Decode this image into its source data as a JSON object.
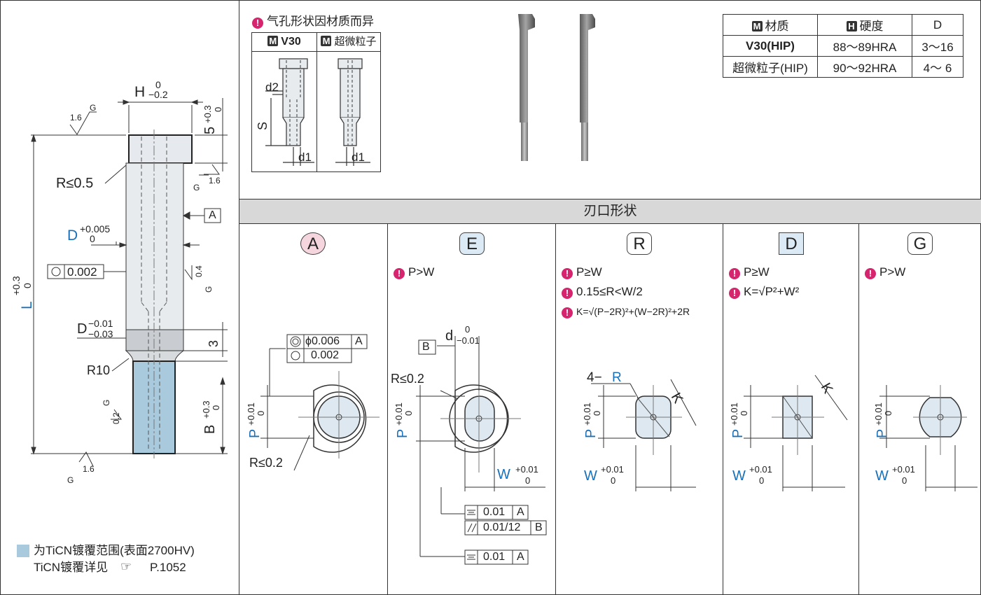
{
  "left_drawing": {
    "dims": {
      "H": "H",
      "H_upper": "0",
      "H_lower": "−0.2",
      "five": "5",
      "five_tol": "+0.3",
      "five_tol2": "0",
      "rough_16_top": "1.6",
      "rough_G_top": "G",
      "rough_16_right": "1.6",
      "rough_G_right": "G",
      "R05": "R≤0.5",
      "datum_A": "A",
      "D": "D",
      "D_upper": "+0.005",
      "D_lower": "0",
      "circ_val": "0.002",
      "rough_04": "0.4",
      "rough_G_mid": "G",
      "L": "L",
      "L_upper": "+0.3",
      "L_lower": "0",
      "D2": "D",
      "D2_upper": "−0.01",
      "D2_lower": "−0.03",
      "three": "3",
      "R10": "R10",
      "rough_02": "0.2",
      "rough_G_low": "G",
      "B": "B",
      "B_upper": "+0.3",
      "B_lower": "0",
      "rough_16_bot": "1.6",
      "rough_G_bot": "G"
    },
    "legend_line1": "为TiCN镀覆范围(表面2700HV)",
    "legend_line2": "TiCN镀覆详见",
    "legend_ref": "P.1052"
  },
  "air_hole": {
    "note": "气孔形状因材质而异",
    "col1_badge": "M",
    "col1": "V30",
    "col2_badge": "M",
    "col2": "超微粒子",
    "d2": "d2",
    "S": "S",
    "d1": "d1",
    "d1b": "d1"
  },
  "material_table": {
    "headers": [
      {
        "badge": "M",
        "label": "材质"
      },
      {
        "badge": "H",
        "label": "硬度"
      },
      {
        "badge": "",
        "label": "D"
      }
    ],
    "rows": [
      [
        "V30(HIP)",
        "88～89HRA",
        "3～16"
      ],
      [
        "超微粒子(HIP)",
        "90～92HRA",
        "4～ 6"
      ]
    ]
  },
  "tip_section_title": "刃口形状",
  "shapes": [
    {
      "id": "A",
      "notes": []
    },
    {
      "id": "E",
      "notes": [
        "P>W"
      ]
    },
    {
      "id": "R",
      "notes": [
        "P≥W",
        "0.15≤R<W/2",
        "K=√(P−2R)²+(W−2R)²+2R"
      ]
    },
    {
      "id": "D",
      "notes": [
        "P≥W",
        "K=√P²+W²"
      ]
    },
    {
      "id": "G",
      "notes": [
        "P>W"
      ]
    }
  ],
  "shape_dims": {
    "P": "P",
    "P_upper": "+0.01",
    "P_lower": "0",
    "W": "W",
    "W_upper": "+0.01",
    "W_lower": "0",
    "A_phi": "ϕ0.006",
    "A_datum": "A",
    "A_circ": "0.002",
    "A_R": "R≤0.2",
    "E_datum": "B",
    "E_d": "d",
    "E_d_upper": "0",
    "E_d_lower": "−0.01",
    "E_R": "R≤0.2",
    "E_sym1": "0.01",
    "E_sym1_datum": "A",
    "E_par": "0.01/12",
    "E_par_datum": "B",
    "E_sym2": "0.01",
    "E_sym2_datum": "A",
    "R_label": "4−",
    "R_R": "R",
    "K": "K",
    "K2": "K"
  },
  "colors": {
    "accent_blue": "#1a70b8",
    "coating": "#a9c9dc",
    "warn": "#d6246e",
    "label_A_bg": "#f6d6de",
    "label_E_bg": "#dbeaf4",
    "label_D_bg": "#dbeaf4",
    "section_bg": "#d8d8d8"
  }
}
